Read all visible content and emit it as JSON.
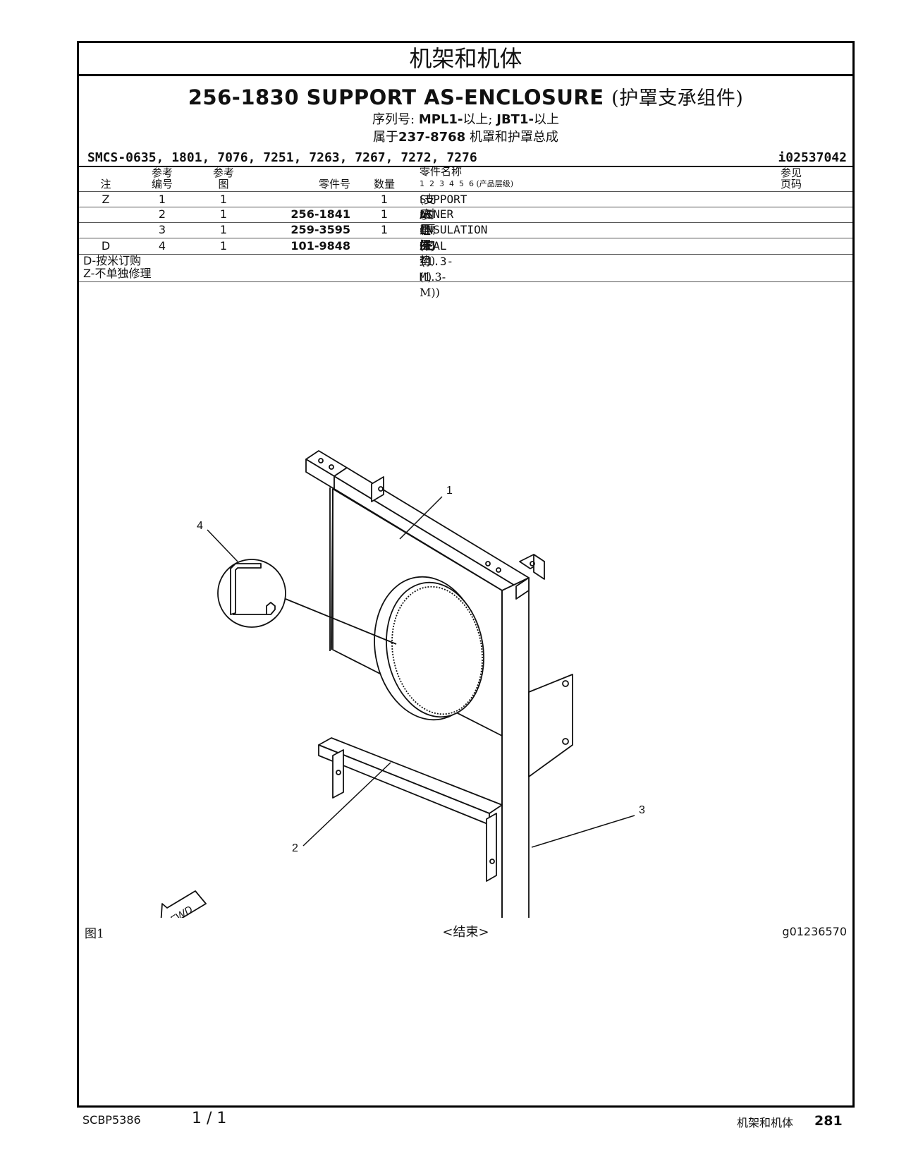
{
  "section_title": "机架和机体",
  "title": {
    "part_no": "256-1830",
    "name": "SUPPORT AS-ENCLOSURE",
    "name_zh": "(护罩支承组件)"
  },
  "serial": {
    "label": "序列号:",
    "p1": "MPL1-",
    "p1_zh": "以上;",
    "p2": "JBT1-",
    "p2_zh": "以上"
  },
  "belongs": {
    "pre": "属于",
    "part_no": "237-8768",
    "name_zh": "机罩和护罩总成"
  },
  "smcs": "SMCS-0635, 1801, 7076, 7251, 7263, 7267, 7272, 7276",
  "illustration_no": "i02537042",
  "columns": {
    "note": "注",
    "ref_no_1": "参考",
    "ref_no_2": "编号",
    "fig_1": "参考",
    "fig_2": "图",
    "part_no": "零件号",
    "qty": "数量",
    "name": "零件名称",
    "levels": "1  2  3  4  5  6",
    "levels_note": "(产品层级)",
    "see_page_1": "参见",
    "see_page_2": "页码"
  },
  "parts": [
    {
      "note": "Z",
      "ref": "1",
      "fig": "1",
      "part_no": "",
      "qty": "1",
      "name": "SUPPORT AS",
      "name_zh": "(支承组件)"
    },
    {
      "note": "",
      "ref": "2",
      "fig": "1",
      "part_no": "256-1841",
      "qty": "1",
      "name": "LINER",
      "name_zh": "(衬里层)"
    },
    {
      "note": "",
      "ref": "3",
      "fig": "1",
      "part_no": "259-3595",
      "qty": "1",
      "name": "INSULATION",
      "name_zh": "(隔振垫)"
    },
    {
      "note": "D",
      "ref": "4",
      "fig": "1",
      "part_no": "101-9848",
      "qty": "",
      "name": "SEAL (1.3-M)",
      "name_zh": "(密封 (1.3-M))"
    }
  ],
  "legend": [
    {
      "code": "D-",
      "text": "按米订购"
    },
    {
      "code": "Z-",
      "text": "不单独修理"
    }
  ],
  "callouts": [
    "1",
    "2",
    "3",
    "4"
  ],
  "fwd_label": "FWD",
  "figure_label": "图1",
  "end_label": "<结束>",
  "graphic_no": "g01236570",
  "footer": {
    "doc_no": "SCBP5386",
    "page_of": "1 / 1",
    "section": "机架和机体",
    "page": "281"
  }
}
